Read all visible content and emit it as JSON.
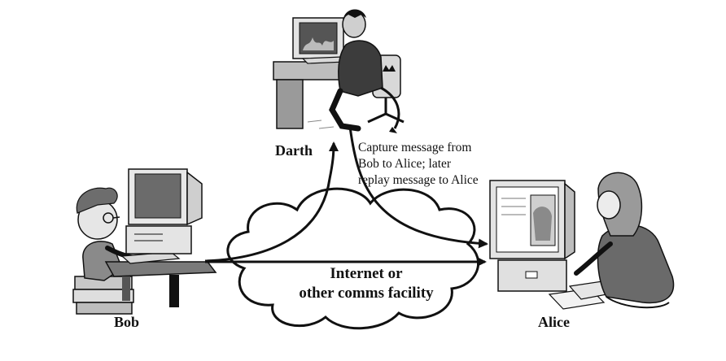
{
  "participants": {
    "darth": "Darth",
    "bob": "Bob",
    "alice": "Alice"
  },
  "cloud": {
    "line1": "Internet or",
    "line2": "other comms facility"
  },
  "caption": {
    "line1": "Capture message from",
    "line2": "Bob to Alice; later",
    "line3": "replay message to Alice"
  },
  "colors": {
    "ink": "#111111",
    "gray_dark": "#6f6f6f",
    "gray_mid": "#9a9a9a",
    "gray_light": "#cfcfcf",
    "cloud_fill": "#ffffff"
  }
}
